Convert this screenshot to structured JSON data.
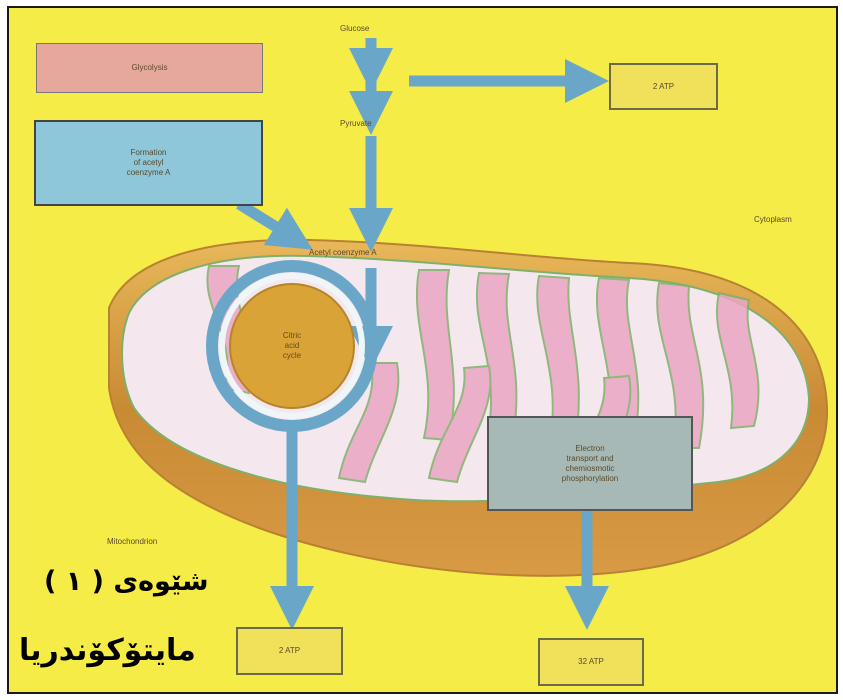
{
  "labels": {
    "glucose": "Glucose",
    "pyruvate": "Pyruvate",
    "cytoplasm": "Cytoplasm",
    "acetyl_coa": "Acetyl coenzyme A",
    "mitochondrion": "Mitochondrion"
  },
  "boxes": {
    "glycolysis": "Glycolysis",
    "formation": "Formation\nof acetyl\ncoenzyme A",
    "atp_top": "2 ATP",
    "citric": "Citric\nacid\ncycle",
    "electron": "Electron\ntransport and\nchemiosmotic\nphosphorylation",
    "atp_bottom_left": "2 ATP",
    "atp_bottom_right": "32 ATP"
  },
  "caption": {
    "line1": "شێوەی ( ١ )",
    "line2": "مایتۆکۆندریا"
  },
  "colors": {
    "background": "#f6ec47",
    "arrow": "#6aa6c8",
    "glycolysis_box": "#e6a89c",
    "formation_box": "#8ec7d9",
    "electron_box": "#a7b9b6",
    "citric_cycle": "#d9a338"
  }
}
